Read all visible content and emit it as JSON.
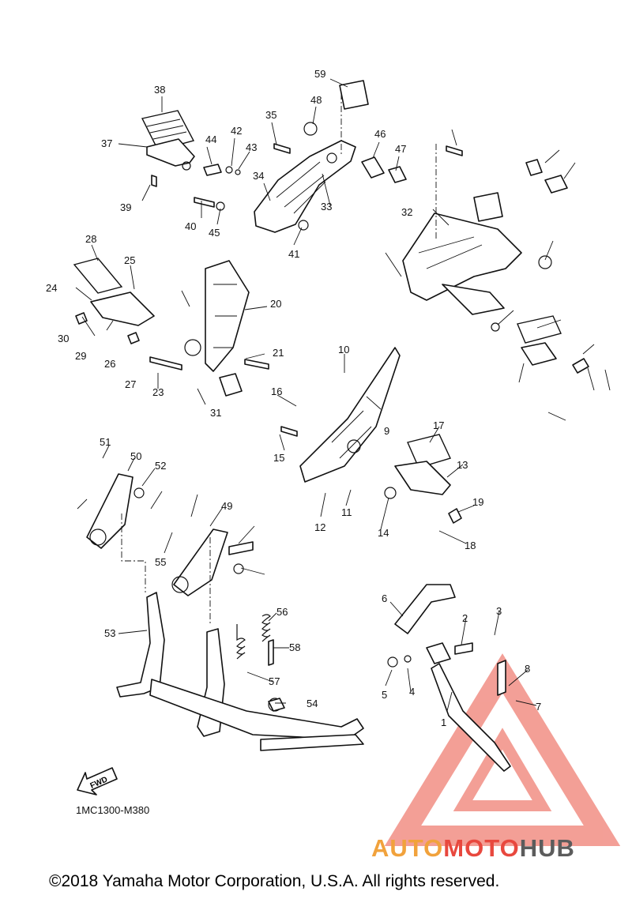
{
  "diagram": {
    "part_labels": [
      "1",
      "2",
      "3",
      "4",
      "5",
      "6",
      "7",
      "8",
      "9",
      "10",
      "11",
      "12",
      "13",
      "14",
      "15",
      "16",
      "17",
      "18",
      "19",
      "20",
      "21",
      "23",
      "24",
      "25",
      "26",
      "27",
      "28",
      "29",
      "30",
      "31",
      "32",
      "33",
      "34",
      "35",
      "37",
      "38",
      "39",
      "40",
      "41",
      "42",
      "43",
      "44",
      "45",
      "46",
      "47",
      "48",
      "49",
      "50",
      "51",
      "52",
      "53",
      "54",
      "55",
      "56",
      "57",
      "58",
      "59"
    ],
    "diagram_code": "1MC1300-M380",
    "fwd_label": "FWD",
    "copyright": "©2018 Yamaha Motor Corporation, U.S.A. All rights reserved."
  },
  "watermark": {
    "part1": "AUTO",
    "part2": "MOTO",
    "part3": "HUB",
    "colors": {
      "auto": "#f1a23c",
      "moto": "#e8483e",
      "hub": "#5c5c5c",
      "triangle": "#f08a80"
    }
  }
}
